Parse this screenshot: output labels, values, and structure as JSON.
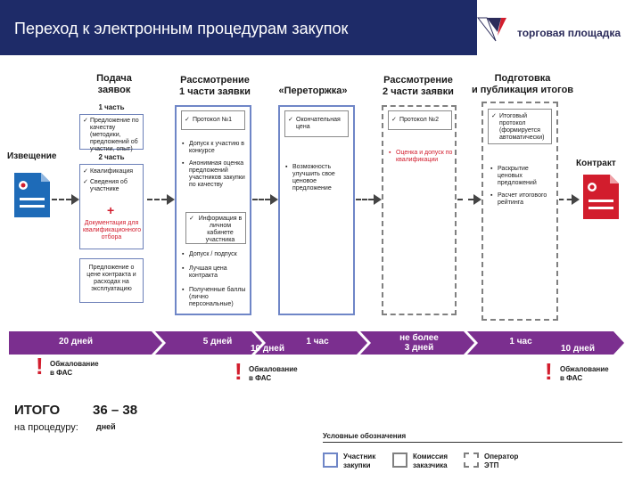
{
  "header": {
    "title": "Переход к электронным процедурам закупок",
    "logo_text": "торговая площадка"
  },
  "stages": [
    {
      "title": "Подача\nзаявок"
    },
    {
      "title": "Рассмотрение\n1 части заявки"
    },
    {
      "title": "«Переторжка»"
    },
    {
      "title": "Рассмотрение\n2 части заявки"
    },
    {
      "title": "Подготовка\nи публикация итогов"
    }
  ],
  "notice": {
    "label": "Извещение"
  },
  "contract": {
    "label": "Контракт"
  },
  "submission": {
    "part1_label": "1 часть",
    "part1_item": "Предложение по качеству (методики, предложений об участии, опыт)",
    "part2_label": "2 часть",
    "part2_items": [
      "Квалификация",
      "Сведения об участнике"
    ],
    "plus": "+",
    "docs": "Документация для квалификационного отбора",
    "price_offer": "Предложение о цене контракта и расходах на эксплуатацию"
  },
  "review1": {
    "protocol": "Протокол №1",
    "items": [
      "Допуск к участию в конкурсе",
      "Анонимная оценка предложений участников закупки по качеству"
    ],
    "sub_item": "Информация в личном кабинете участника",
    "items2": [
      "Допуск / подпуск",
      "Лучшая цена контракта",
      "Полученные баллы (лично персональные)"
    ]
  },
  "reauction": {
    "item": "Окончательная цена",
    "bullet": "Возможность улучшить свое ценовое предложение"
  },
  "review2": {
    "protocol": "Протокол №2",
    "bullet": "Оценка и допуск по квалификации"
  },
  "results": {
    "item": "Итоговый протокол (формируется автоматически)",
    "bullets": [
      "Раскрытие ценовых предложений",
      "Расчет итогового рейтинга"
    ]
  },
  "timeline": {
    "labels": [
      "20 дней",
      "5 дней",
      "10 дней",
      "1 час",
      "не более\n3 дней",
      "1 час",
      "10 дней"
    ]
  },
  "appeals": {
    "mark": "!",
    "text": "Обжалование\nв ФАС"
  },
  "total": {
    "title": "ИТОГО",
    "subtitle": "на процедуру:",
    "value": "36 – 38",
    "unit": "дней"
  },
  "legend": {
    "title": "Условные обозначения",
    "items": [
      {
        "label": "Участник\nзакупки",
        "color": "#6f86c7"
      },
      {
        "label": "Комиссия\nзаказчика",
        "color": "#808080"
      },
      {
        "label": "Оператор\nЭТП",
        "color": "#808080"
      }
    ]
  },
  "colors": {
    "header": "#1e2b68",
    "timeline": "#7b2f8f",
    "accent_red": "#d21d2d",
    "participant_border": "#6f86c7",
    "commission_border": "#808080"
  }
}
